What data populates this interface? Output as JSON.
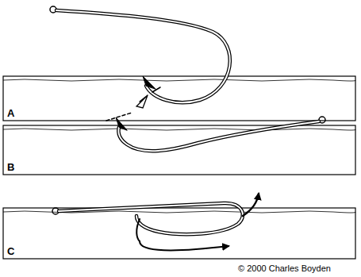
{
  "diagram": {
    "labels": [
      "A",
      "B",
      "C",
      "© 2000 Charles Boyden"
    ]
  }
}
